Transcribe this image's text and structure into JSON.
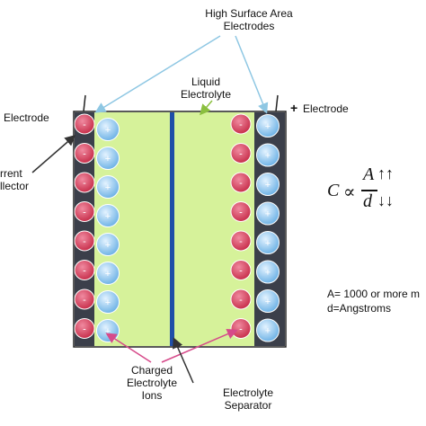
{
  "labels": {
    "high_surface_line1": "High Surface Area",
    "high_surface_line2": "Electrodes",
    "liquid_line1": "Liquid",
    "liquid_line2": "Electrolyte",
    "neg_electrode": "Electrode",
    "pos_sign": "+",
    "pos_electrode": "Electrode",
    "collector_line1": "rrent",
    "collector_line2": "llector",
    "charged_line1": "Charged",
    "charged_line2": "Electrolyte",
    "charged_line3": "Ions",
    "separator_line1": "Electrolyte",
    "separator_line2": "Separator",
    "area_note": "A= 1000 or more m",
    "distance_note": "d=Angstroms"
  },
  "formula": {
    "lhs": "C",
    "prop": "∝",
    "num": "A",
    "den": "d",
    "up": "↑↑",
    "down": "↓↓"
  },
  "ions": {
    "negative_symbol": "-",
    "positive_symbol": "+",
    "count_per_column": 8
  },
  "colors": {
    "electrode_dark": "#3b3f4a",
    "electrolyte_green": "#d6f29a",
    "separator_blue": "#1f4fa8",
    "negative_ion": "#d8405a",
    "positive_ion": "#8ec6ee",
    "leader_blue": "#8ec7e3",
    "leader_pink": "#d64a8a",
    "leader_green": "#8bbf3f",
    "leader_dark": "#333333"
  }
}
